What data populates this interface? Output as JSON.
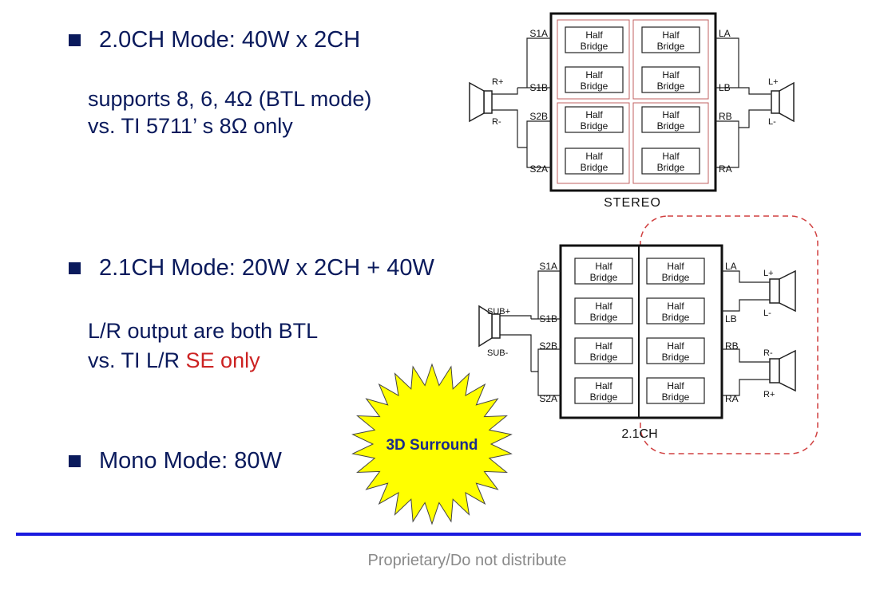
{
  "bullets": {
    "mode_20": {
      "title": "2.0CH Mode: 40W x 2CH",
      "line1": "supports 8, 6, 4Ω (BTL mode)",
      "line2": "vs. TI 5711’ s 8Ω only"
    },
    "mode_21": {
      "title": "2.1CH Mode: 20W x 2CH + 40W",
      "line1": "L/R output are both BTL",
      "line2_prefix": "vs. TI L/R ",
      "line2_highlight": "SE only"
    },
    "mono": {
      "title": "Mono Mode: 80W"
    }
  },
  "starburst": {
    "label": "3D Surround",
    "fill": "#ffff00",
    "text_color": "#1a2a8a"
  },
  "stereo_diagram": {
    "caption": "STEREO",
    "block_label_line1": "Half",
    "block_label_line2": "Bridge",
    "pins_left": [
      "S1A",
      "S1B",
      "S2B",
      "S2A"
    ],
    "pins_right": [
      "LA",
      "LB",
      "RB",
      "RA"
    ],
    "speaker_left_terminals": [
      "R+",
      "R-"
    ],
    "speaker_right_terminals": [
      "L+",
      "L-"
    ]
  },
  "ch21_diagram": {
    "caption": "2.1CH",
    "block_label_line1": "Half",
    "block_label_line2": "Bridge",
    "pins_left": [
      "S1A",
      "S1B",
      "S2B",
      "S2A"
    ],
    "pins_right": [
      "LA",
      "LB",
      "RB",
      "RA"
    ],
    "sub_terminals": [
      "SUB+",
      "SUB-"
    ],
    "speaker_top_terminals": [
      "L+",
      "L-"
    ],
    "speaker_bottom_terminals": [
      "R-",
      "R+"
    ]
  },
  "colors": {
    "text_navy": "#0a1a5c",
    "highlight_red": "#cc2222",
    "footer_rule": "#1a1adf",
    "group_outline": "#c06060",
    "dashed_outline": "#d04040"
  },
  "footer": {
    "text": "Proprietary/Do not distribute"
  }
}
